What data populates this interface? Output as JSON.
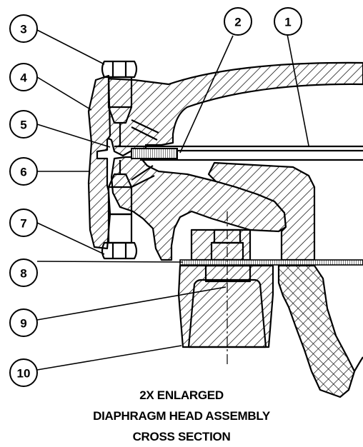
{
  "balloons": [
    "1",
    "2",
    "3",
    "4",
    "5",
    "6",
    "7",
    "8",
    "9",
    "10"
  ],
  "caption": {
    "line1": "2X ENLARGED",
    "line2": "DIAPHRAGM HEAD ASSEMBLY",
    "line3": "CROSS SECTION"
  }
}
